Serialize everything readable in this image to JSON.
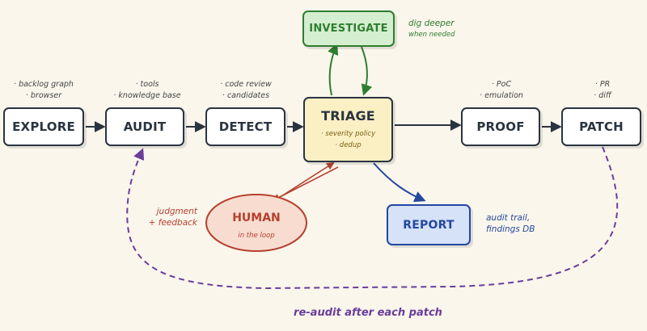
{
  "colors": {
    "background": "#faf6ec",
    "ink": "#2a3440",
    "investigate_fill": "#d4eed0",
    "investigate_stroke": "#2f7d2f",
    "triage_fill": "#fbefc4",
    "triage_text": "#7a6310",
    "human_fill": "#f8dcd0",
    "human_stroke": "#b5402e",
    "report_fill": "#d6e2f8",
    "report_stroke": "#2447a0",
    "loop_purple": "#6a3d9a"
  },
  "nodes": {
    "explore": {
      "label": "EXPLORE",
      "notes": [
        "· backlog graph",
        "· browser"
      ]
    },
    "audit": {
      "label": "AUDIT",
      "notes": [
        "· tools",
        "· knowledge base"
      ]
    },
    "detect": {
      "label": "DETECT",
      "notes": [
        "· code review",
        "· candidates"
      ]
    },
    "triage": {
      "label": "TRIAGE",
      "notes": [
        "· severity policy",
        "· dedup"
      ]
    },
    "proof": {
      "label": "PROOF",
      "notes": [
        "· PoC",
        "· emulation"
      ]
    },
    "patch": {
      "label": "PATCH",
      "notes": [
        "· PR",
        "· diff"
      ]
    },
    "investigate": {
      "label": "INVESTIGATE",
      "notes": [
        "dig deeper",
        "when needed"
      ]
    },
    "human": {
      "label": "HUMAN",
      "notes": [
        "in the loop"
      ]
    },
    "report": {
      "label": "REPORT",
      "notes": [
        "audit trail,",
        "findings DB"
      ]
    }
  },
  "edge_labels": {
    "human_feedback": [
      "judgment",
      "+ feedback"
    ],
    "reaudit": "re-audit after each patch"
  },
  "icons": {
    "arrowhead": "filled-triangle-arrow"
  }
}
